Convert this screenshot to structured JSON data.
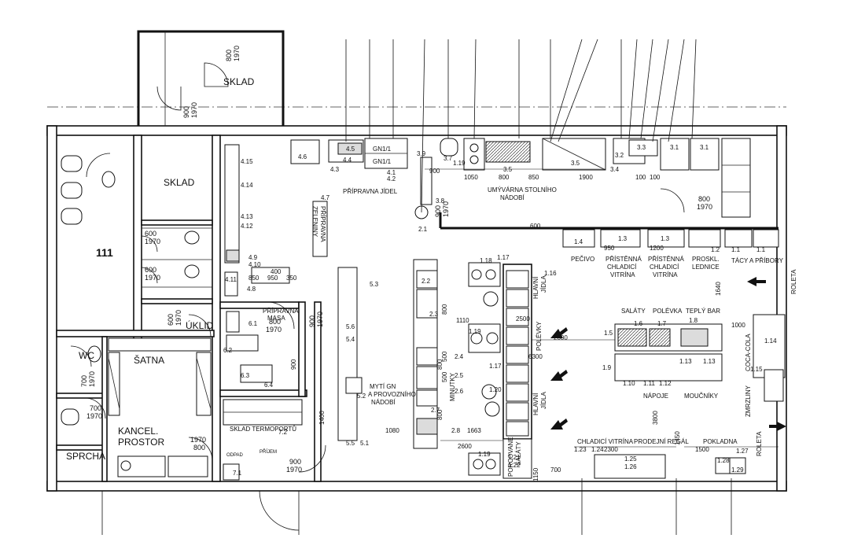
{
  "rooms": {
    "sklad_top": "SKLAD",
    "sklad_mid": "SKLAD",
    "room_111": "111",
    "uklid": "ÚKLID",
    "wc": "WC",
    "satna": "ŠATNA",
    "kancel": "KANCEL.",
    "prostor": "PROSTOR",
    "sprcha": "SPRCHA"
  },
  "doors": {
    "d_top": [
      "800",
      "1970"
    ],
    "d_sklad": [
      "900",
      "1970"
    ],
    "d_wc1": [
      "600",
      "1970"
    ],
    "d_wc2": [
      "600",
      "1970"
    ],
    "d_uklid_a": [
      "600",
      "1970"
    ],
    "d_uklid_b": [
      "800",
      "1970"
    ],
    "d_prep": [
      "900",
      "1970"
    ],
    "d_wc3": [
      "700",
      "1970"
    ],
    "d_kancel": [
      "700",
      "1970"
    ],
    "d_bottom": [
      "1970",
      "800"
    ],
    "d_entry": [
      "900",
      "1970"
    ],
    "d_main_a": [
      "900",
      "1970"
    ],
    "d_main_b": [
      "800",
      "1970"
    ]
  },
  "areas": {
    "priprava_jidel": "PŘÍPRAVNA JÍDEL",
    "mytí_stolniho": [
      "UMÝVÁRNA STOLNÍHO",
      "NÁDOBÍ"
    ],
    "priprava_zeleniny": [
      "PŘÍPRAVNA",
      "ZELENINY"
    ],
    "priprava_masa": [
      "PŘÍPRAVNA",
      "MASA"
    ],
    "sklad_termoportu": "SKLAD TERMOPORTŮ",
    "prijem": "PŘÍJEM",
    "odpad": "ODPAD",
    "myti_gn": [
      "MYTÍ GN",
      "A PROVOZNÍHO",
      "NÁDOBÍ"
    ],
    "pecivo": "PEČIVO",
    "pristenna1": [
      "PŘÍSTĚNNÁ",
      "CHLADICÍ",
      "VITRÍNA"
    ],
    "pristenna2": [
      "PŘÍSTĚNNÁ",
      "CHLADICÍ",
      "VITRÍNA"
    ],
    "proskl": [
      "PROSKL.",
      "LEDNICE"
    ],
    "tacy": "TÁCY A PŘÍBORY",
    "roleta_right": "ROLETA",
    "roleta_bottom": "ROLETA",
    "hlavni_jidla_top": [
      "HLAVNÍ",
      "JÍDLA"
    ],
    "hlavni_jidla_bottom": [
      "HLAVNÍ",
      "JÍDLA"
    ],
    "polevky": "POLÉVKY",
    "minutky": "MINUTKY",
    "porcovane_salaty": [
      "PORCOVANÉ",
      "SALÁTY"
    ],
    "salaty": "SALÁTY",
    "polevka": "POLÉVKA",
    "teply_bar": "TEPLÝ BAR",
    "napoje": "NÁPOJE",
    "moucniky": "MOUČNÍKY",
    "zmrzliny": "ZMRZLINY",
    "coca_cola": "COCA-COLA",
    "chladici_vitrina": "CHLADICÍ VITRÍNA",
    "prodejni_regal": "PRODEJNÍ REGÁL",
    "pokladna": "POKLADNA"
  },
  "equipment": {
    "e4_6": "4.6",
    "e4_4": "4.4",
    "e4_5": "4.5",
    "e4_3": "4.3",
    "gn1": "GN1/1",
    "gn2": "GN1/1",
    "e4_1": "4.1",
    "e4_2": "4.2",
    "e3_7": "3.7",
    "e3_9": "3.9",
    "e3_5a": "3.5",
    "e3_5b": "3.5",
    "e3_8": "3.8",
    "e3_3": "3.3",
    "e3_2": "3.2",
    "e3_4": "3.4",
    "e3_1a": "3.1",
    "e3_1b": "3.1",
    "e2_1": "2.1",
    "e1_19a": "1.19",
    "e4_7": "4.7",
    "e4_15": "4.15",
    "e4_14": "4.14",
    "e4_13": "4.13",
    "e4_12": "4.12",
    "e4_9": "4.9",
    "e4_10": "4.10",
    "e4_11": "4.11",
    "e4_8": "4.8",
    "e6_1": "6.1",
    "e6_2": "6.2",
    "e6_3": "6.3",
    "e6_4": "6.4",
    "e5_6": "5.6",
    "e5_4": "5.4",
    "e5_3": "5.3",
    "e5_2": "5.2",
    "e5_5": "5.5",
    "e5_1": "5.1",
    "e7_1": "7.1",
    "e7_2": "7.2",
    "e2_2": "2.2",
    "e2_3": "2.3",
    "e2_4": "2.4",
    "e2_5": "2.5",
    "e2_6": "2.6",
    "e2_7": "2.7",
    "e2_8": "2.8",
    "e1_18": "1.18",
    "e1_17a": "1.17",
    "e1_17b": "1.17",
    "e1_16": "1.16",
    "e1_19b": "1.19",
    "e1_19c": "1.19",
    "e1_20": "1.20",
    "e1_21": "1.21",
    "e1_22": "1.22",
    "e1_4": "1.4",
    "e1_3a": "1.3",
    "e1_3b": "1.3",
    "e1_2": "1.2",
    "e1_1a": "1.1",
    "e1_1b": "1.1",
    "e1_6": "1.6",
    "e1_7": "1.7",
    "e1_8": "1.8",
    "e1_5": "1.5",
    "e1_9": "1.9",
    "e1_10": "1.10",
    "e1_11": "1.11",
    "e1_12": "1.12",
    "e1_13a": "1.13",
    "e1_13b": "1.13",
    "e1_14": "1.14",
    "e1_15": "1.15",
    "e1_23": "1.23",
    "e1_24": "1.24",
    "e1_25": "1.25",
    "e1_26": "1.26",
    "e1_27": "1.27",
    "e1_28": "1.28",
    "e1_29": "1.29"
  },
  "dimensions": {
    "d900a": "900",
    "d1050": "1050",
    "d800": "800",
    "d850": "850",
    "d1900": "1900",
    "d100a": "100",
    "d100b": "100",
    "d1000": "1000",
    "d950": "950",
    "d1200": "1200",
    "d1110": "1110",
    "d2000": "2000",
    "d6300": "6300",
    "d2500": "2500",
    "d1663": "1663",
    "d2600": "2600",
    "d1080": "1080",
    "d1400": "1400",
    "d700": "700",
    "d1150": "1150",
    "d2300": "2300",
    "d1500": "1500",
    "d1450": "1450",
    "d3800": "3800",
    "d1640": "1640",
    "d600": "600",
    "d850b": "850",
    "d950b": "950",
    "d900c": "900",
    "d800b": "800",
    "d400": "400",
    "d350": "350",
    "d800c": "800",
    "d500a": "500",
    "d500b": "500",
    "d800d": "800"
  }
}
